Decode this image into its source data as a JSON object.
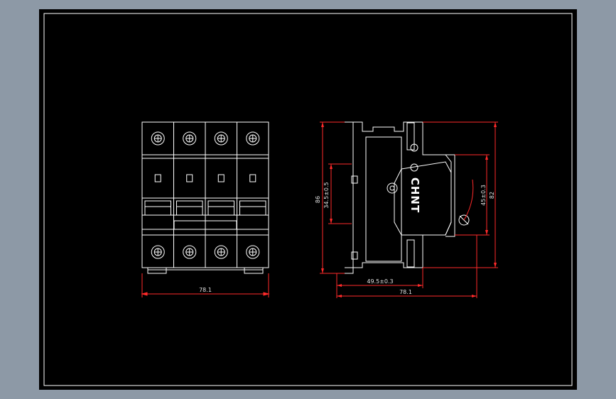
{
  "drawing": {
    "background": "#000000",
    "frame_color": "#ffffff",
    "outline_color": "#ffffff",
    "dimension_color": "#ff2a2a",
    "desktop_color": "#8d99a6"
  },
  "front_view": {
    "poles": 4,
    "width_dimension": "78.1"
  },
  "side_view": {
    "brand_logo": "CHNT",
    "dims": {
      "total_height": "86",
      "rail_height": "34.5±0.5",
      "face_height": "45±0.3",
      "face_height_2": "82",
      "rail_to_face": "49.5±0.3",
      "total_depth": "78.1"
    }
  }
}
